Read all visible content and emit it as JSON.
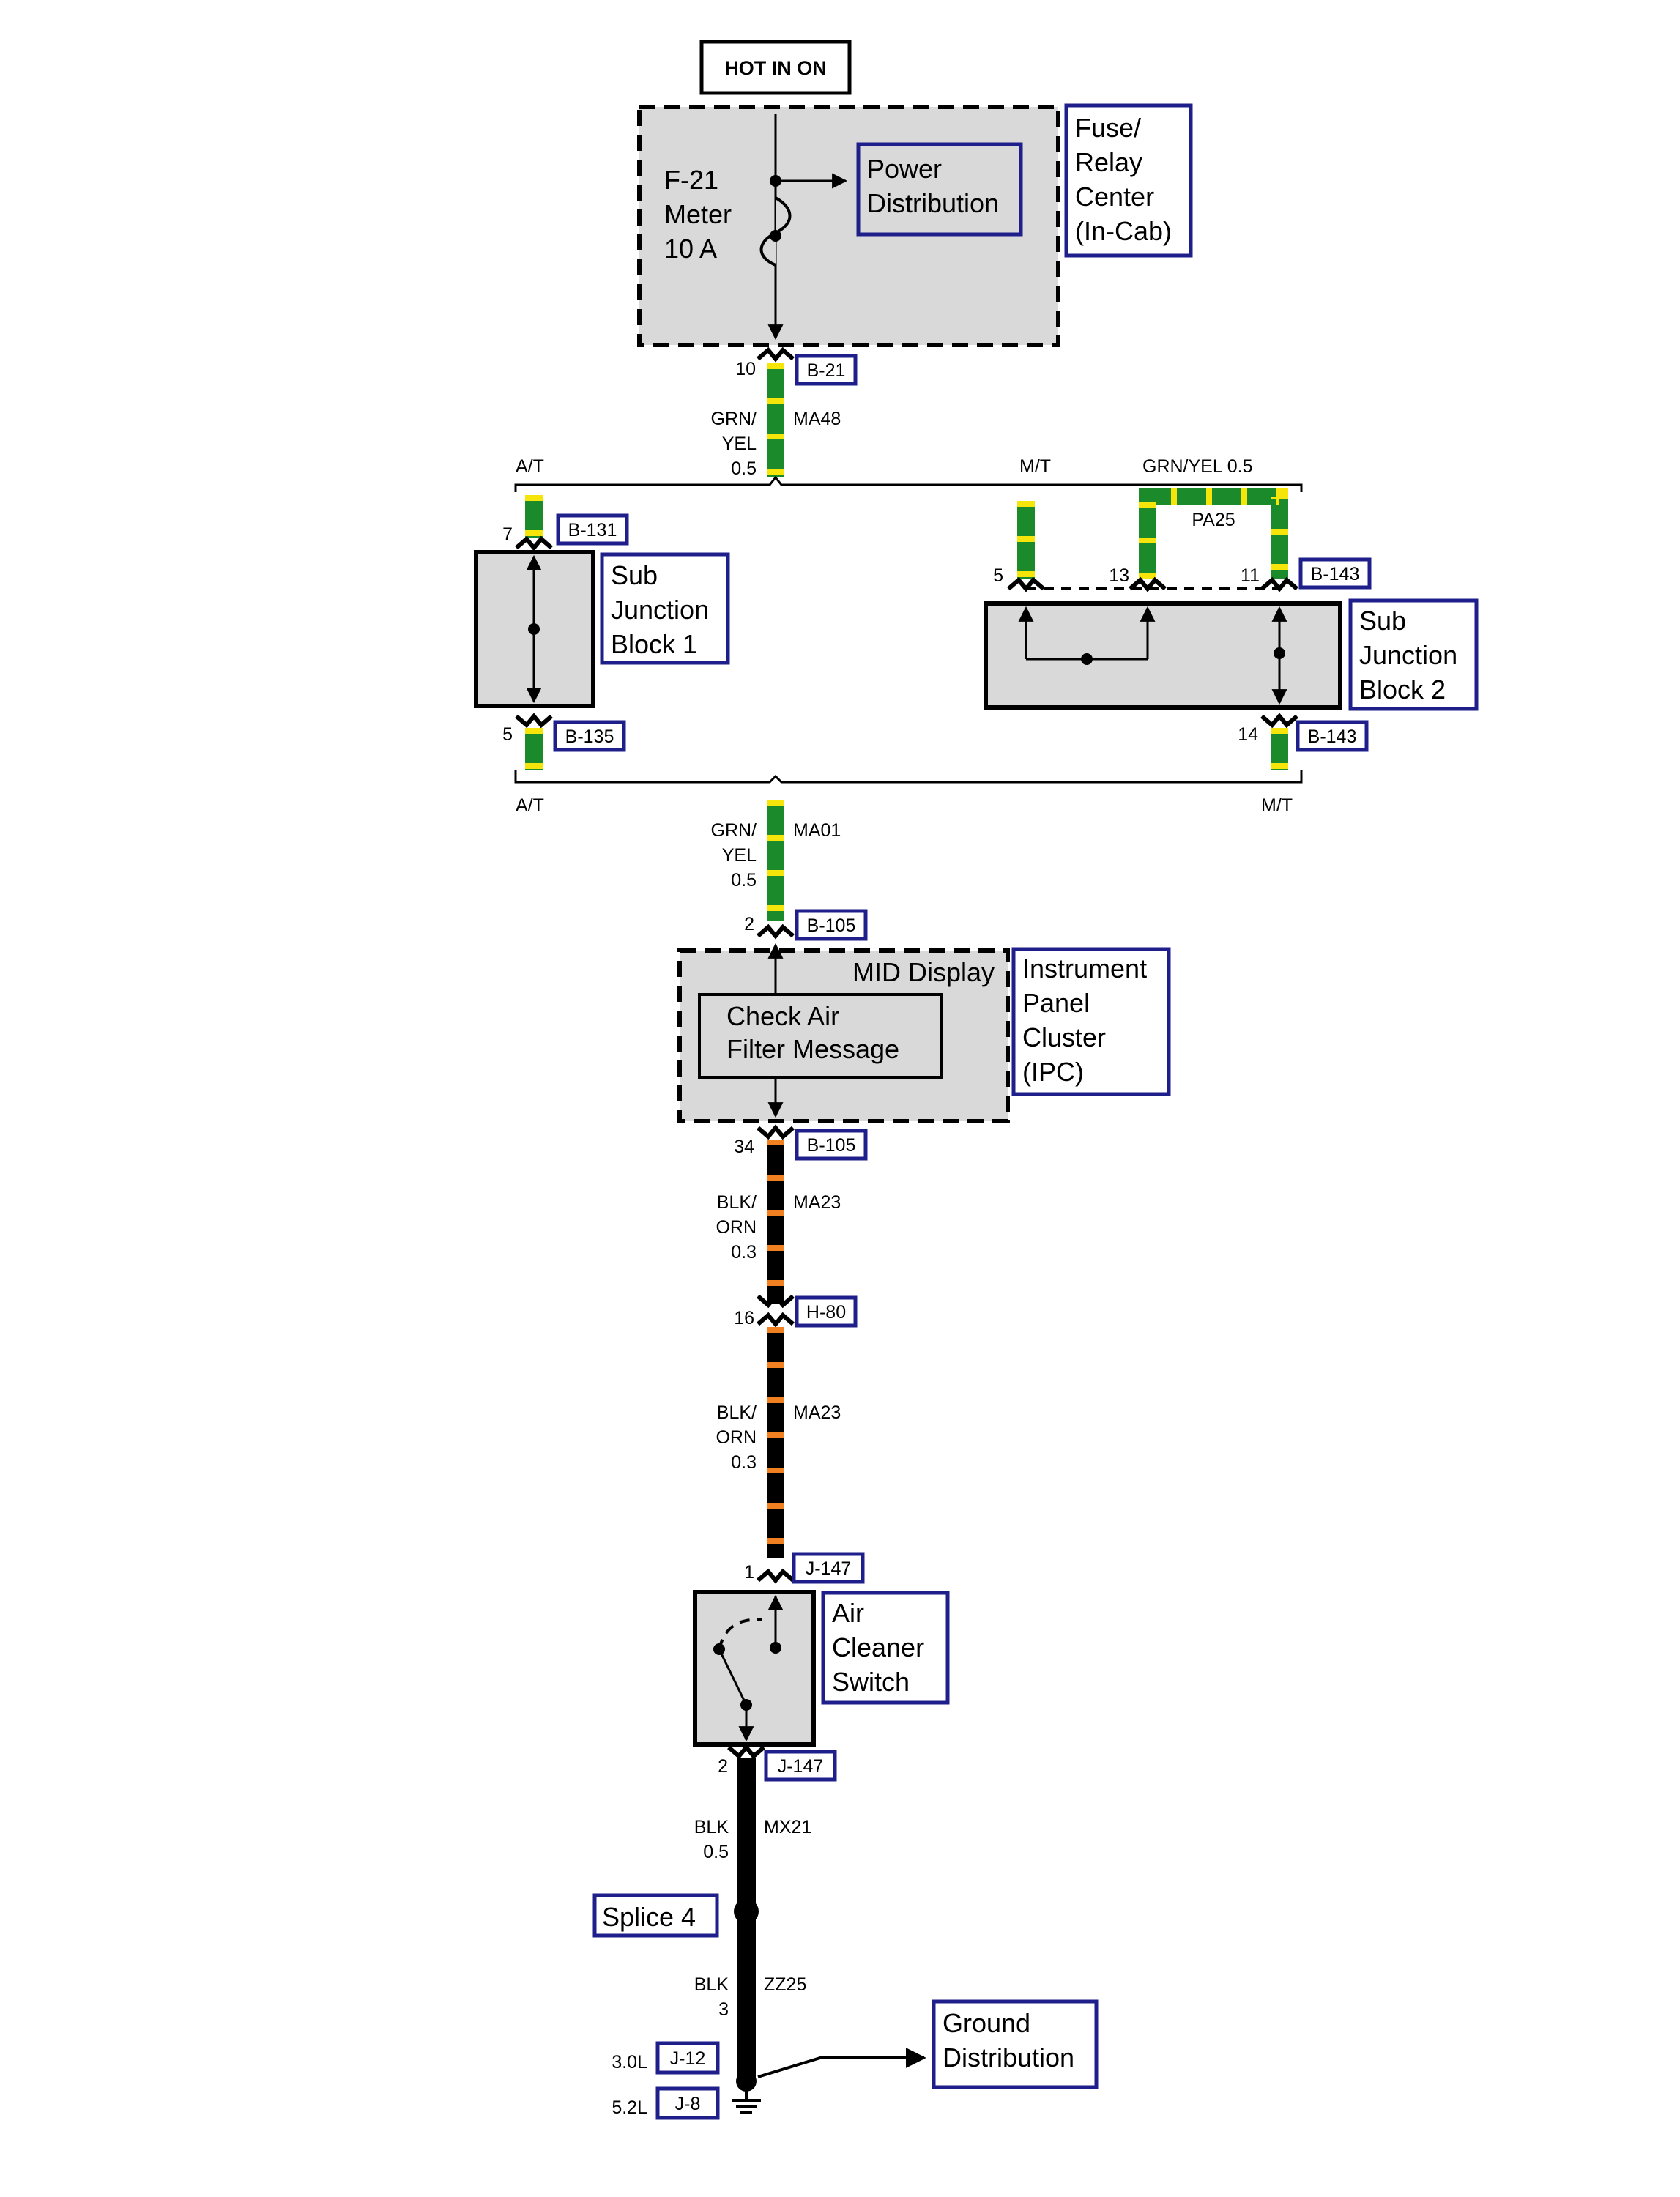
{
  "hot_in": "HOT IN  ON",
  "fuse": {
    "id": "F-21",
    "name": "Meter",
    "rating": "10 A"
  },
  "power_distribution": [
    "Power",
    "Distribution"
  ],
  "fuse_relay_center": [
    "Fuse/",
    "Relay",
    "Center",
    "(In-Cab)"
  ],
  "connectors": {
    "b21": "B-21",
    "b131": "B-131",
    "b135": "B-135",
    "b143_top": "B-143",
    "b143_bot": "B-143",
    "b105_top": "B-105",
    "b105_bot": "B-105",
    "h80": "H-80",
    "j147_top": "J-147",
    "j147_bot": "J-147",
    "j12": "J-12",
    "j8": "J-8"
  },
  "pins": {
    "p10": "10",
    "p7": "7",
    "p5a": "5",
    "p5b": "5",
    "p13": "13",
    "p11": "11",
    "p14": "14",
    "p2": "2",
    "p34": "34",
    "p16": "16",
    "p1": "1",
    "p2b": "2"
  },
  "wires": {
    "ma48": {
      "circuit": "MA48",
      "color": [
        "GRN/",
        "YEL",
        "0.5"
      ]
    },
    "ma01": {
      "circuit": "MA01",
      "color": [
        "GRN/",
        "YEL",
        "0.5"
      ]
    },
    "pa25": {
      "circuit": "PA25",
      "color": "GRN/YEL 0.5"
    },
    "ma23a": {
      "circuit": "MA23",
      "color": [
        "BLK/",
        "ORN",
        "0.3"
      ]
    },
    "ma23b": {
      "circuit": "MA23",
      "color": [
        "BLK/",
        "ORN",
        "0.3"
      ]
    },
    "mx21": {
      "circuit": "MX21",
      "color": [
        "BLK",
        "0.5"
      ]
    },
    "zz25": {
      "circuit": "ZZ25",
      "color": [
        "BLK",
        "3"
      ]
    }
  },
  "variants": {
    "at_top": "A/T",
    "mt_top": "M/T",
    "at_bot": "A/T",
    "mt_bot": "M/T"
  },
  "sub_junction_1": [
    "Sub",
    "Junction",
    "Block 1"
  ],
  "sub_junction_2": [
    "Sub",
    "Junction",
    "Block 2"
  ],
  "mid_display": "MID Display",
  "check_air": [
    "Check Air",
    "Filter Message"
  ],
  "ipc": [
    "Instrument",
    "Panel",
    "Cluster",
    "(IPC)"
  ],
  "air_cleaner": [
    "Air",
    "Cleaner",
    "Switch"
  ],
  "splice": "Splice 4",
  "ground_distribution": [
    "Ground",
    "Distribution"
  ],
  "engines": {
    "e30": "3.0L",
    "e52": "5.2L"
  },
  "colors": {
    "box_border": "#1f1f8c",
    "wire_green": "#1a8a2a",
    "stripe_yellow": "#f5e50a",
    "stripe_orange": "#f08020",
    "component_fill": "#d9d9d9"
  }
}
